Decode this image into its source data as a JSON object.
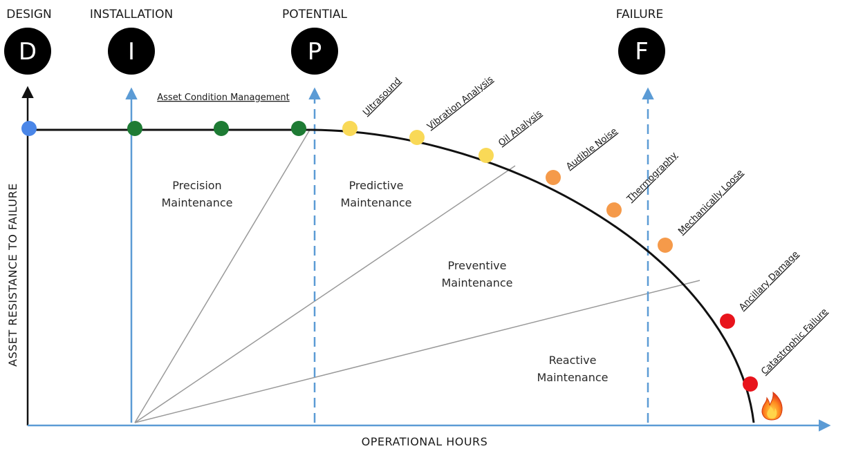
{
  "stages": [
    {
      "key": "design",
      "label": "DESIGN",
      "letter": "D"
    },
    {
      "key": "installation",
      "label": "INSTALLATION",
      "letter": "I"
    },
    {
      "key": "potential",
      "label": "POTENTIAL",
      "letter": "P"
    },
    {
      "key": "failure",
      "label": "FAILURE",
      "letter": "F"
    }
  ],
  "axes": {
    "y_label": "ASSET RESISTANCE TO FAILURE",
    "x_label": "OPERATIONAL HOURS"
  },
  "acm_label": "Asset Condition Management",
  "regions": {
    "precision": [
      "Precision",
      "Maintenance"
    ],
    "predictive": [
      "Predictive",
      "Maintenance"
    ],
    "preventive": [
      "Preventive",
      "Maintenance"
    ],
    "reactive": [
      "Reactive",
      "Maintenance"
    ]
  },
  "points": [
    {
      "key": "design",
      "label": "",
      "color": "#4a86e8"
    },
    {
      "key": "g1",
      "label": "",
      "color": "#1e7b34"
    },
    {
      "key": "g2",
      "label": "",
      "color": "#1e7b34"
    },
    {
      "key": "g3",
      "label": "",
      "color": "#1e7b34"
    },
    {
      "key": "ultrasound",
      "label": "Ultrasound",
      "color": "#f9d957"
    },
    {
      "key": "vibration",
      "label": "Vibration Analysis",
      "color": "#f9d957"
    },
    {
      "key": "oil",
      "label": "Oil Analysis",
      "color": "#f9d957"
    },
    {
      "key": "audible",
      "label": "Audible Noise",
      "color": "#f59a4a"
    },
    {
      "key": "thermography",
      "label": "Thermography",
      "color": "#f59a4a"
    },
    {
      "key": "loose",
      "label": "Mechanically Loose",
      "color": "#f59a4a"
    },
    {
      "key": "ancillary",
      "label": "Ancillary Damage",
      "color": "#e8141c"
    },
    {
      "key": "catastrophic",
      "label": "Catastrophic Failure",
      "color": "#e8141c"
    }
  ],
  "colors": {
    "axis_blue": "#5b9bd5",
    "curve": "#111111",
    "fan_lines": "#999999",
    "stage_circle": "#000000"
  },
  "icons": {
    "fire": "fire-icon"
  }
}
